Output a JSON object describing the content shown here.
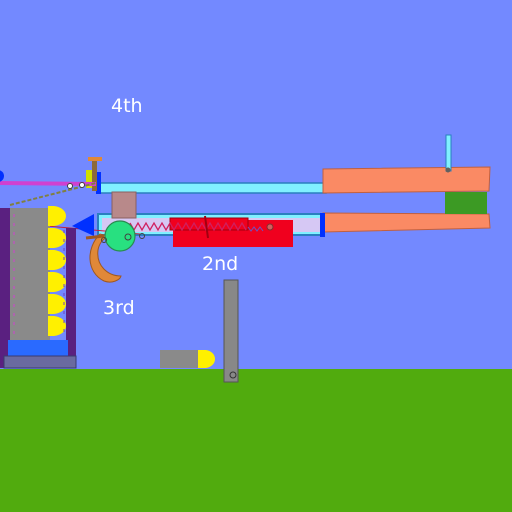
{
  "scene": {
    "sky_color": "#7389FF",
    "ground_color": "#51AB0E",
    "step_labels": [
      "4th",
      "2nd",
      "3rd"
    ]
  },
  "colors": {
    "barrel_top": "#80F0FF",
    "barrel_outline": "#2a7fbf",
    "stock": "#FA8A64",
    "stock_block": "#3C9A24",
    "receiver": "#D6C8F4",
    "spring_block": "#F0001E",
    "magazine_body": "#8A8A8A",
    "magazine_frame": "#5A2080",
    "bullet_tip": "#FFF000",
    "gear": "#28E080",
    "trigger": "#E08838",
    "post": "#888888",
    "blue_part": "#0030FF"
  },
  "icons": [
    "gear-icon",
    "spring-icon",
    "bullet-icon",
    "magazine-icon"
  ]
}
